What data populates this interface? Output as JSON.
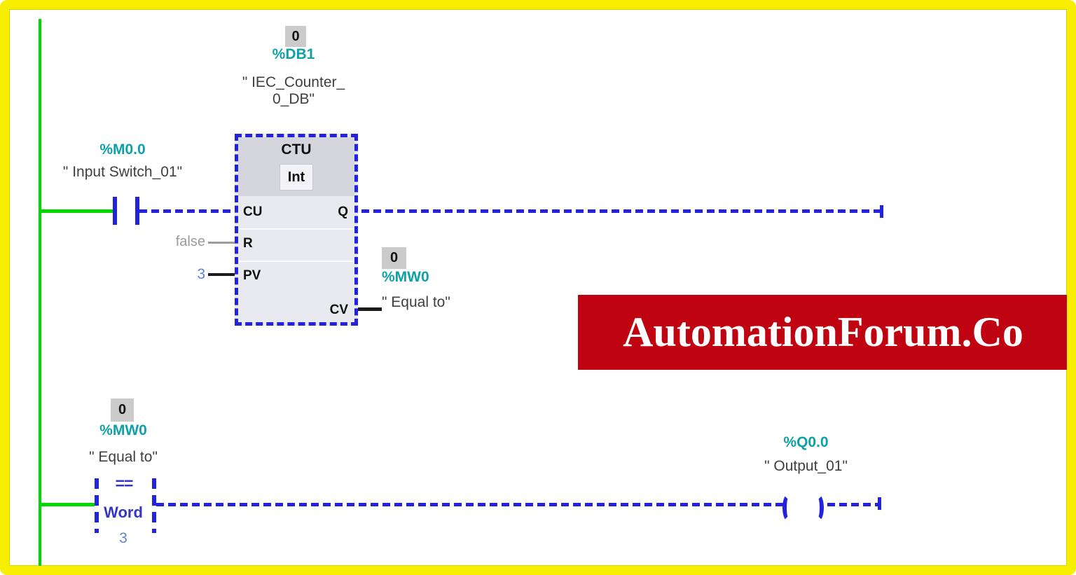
{
  "colors": {
    "frame": "#F8EE00",
    "rail": "#00D900",
    "wire": "#2222DF",
    "teal": "#0FA0A8",
    "name-gray": "#3F3F3F",
    "value-blue": "#5E83D8",
    "op-blue": "#3535C8",
    "false-gray": "#9C9C9C",
    "box-gray": "#CBCBCB",
    "block-header": "#D5D5DD",
    "block-body": "#E9EAEF",
    "black-wire": "#1A1A1A",
    "banner-bg": "#C00310",
    "banner-fg": "#FFFFFF"
  },
  "banner": {
    "text": "AutomationForum.Co"
  },
  "network1": {
    "counter_db": {
      "value": "0",
      "address": "%DB1",
      "name_line1": "\" IEC_Counter_",
      "name_line2": "0_DB\""
    },
    "input_contact": {
      "address": "%M0.0",
      "name": "\" Input Switch_01\""
    },
    "block": {
      "title": "CTU",
      "data_type": "Int",
      "pins": {
        "cu": "CU",
        "r": "R",
        "pv": "PV",
        "q": "Q",
        "cv": "CV"
      },
      "r_value": "false",
      "pv_value": "3"
    },
    "cv_operand": {
      "value": "0",
      "address": "%MW0",
      "name": "\" Equal to\""
    }
  },
  "network2": {
    "compare_operand": {
      "value": "0",
      "address": "%MW0",
      "name": "\" Equal to\""
    },
    "compare_contact": {
      "operator": "==",
      "data_type": "Word",
      "value": "3"
    },
    "output_coil": {
      "address": "%Q0.0",
      "name": "\" Output_01\""
    }
  }
}
